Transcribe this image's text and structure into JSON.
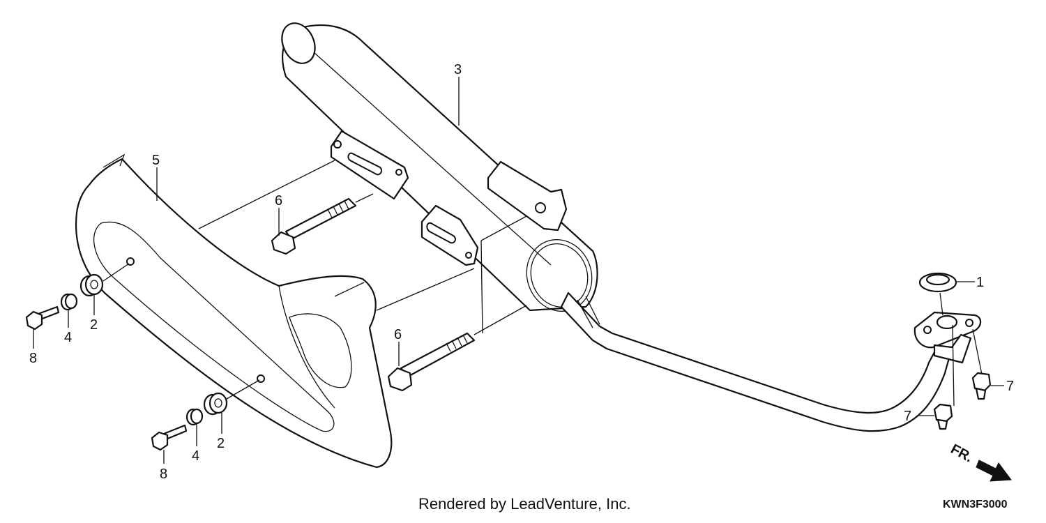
{
  "callouts": {
    "p1": "1",
    "p2a": "2",
    "p2b": "2",
    "p3": "3",
    "p4a": "4",
    "p4b": "4",
    "p5": "5",
    "p6a": "6",
    "p6b": "6",
    "p7a": "7",
    "p7b": "7",
    "p8a": "8",
    "p8b": "8"
  },
  "direction_label": "FR.",
  "footer": {
    "credit": "Rendered by LeadVenture, Inc.",
    "diagram_code": "KWN3F3000"
  },
  "icons": {
    "direction": "front-direction-arrow-icon"
  }
}
